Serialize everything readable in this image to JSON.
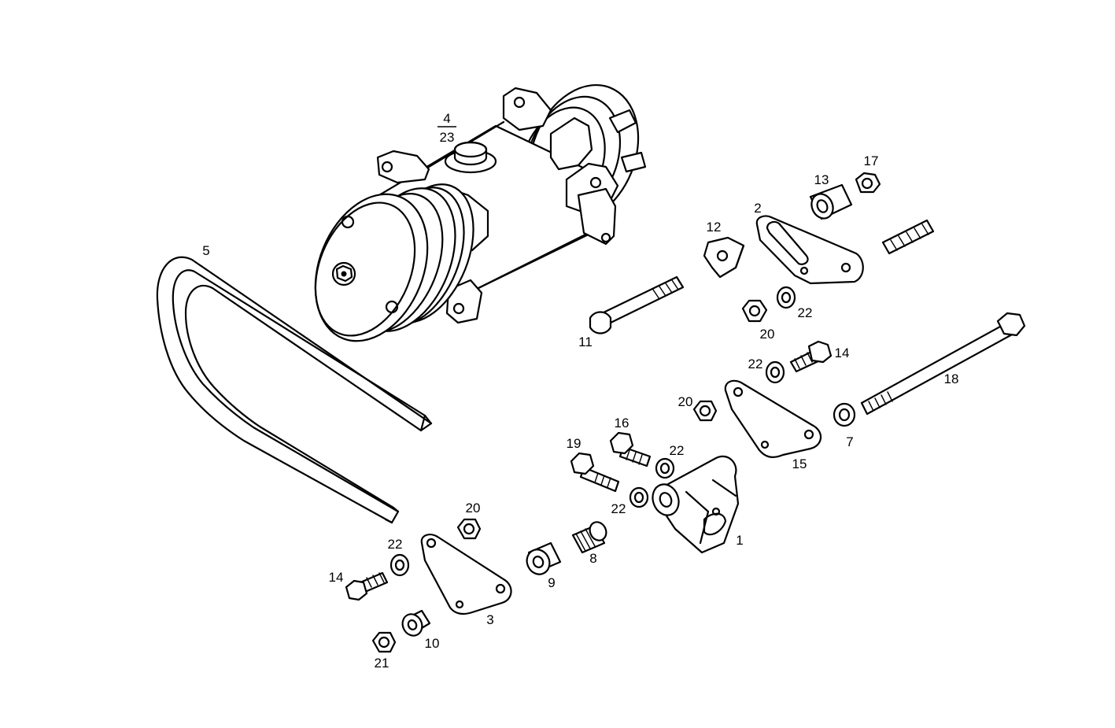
{
  "diagram": {
    "callouts": {
      "c1": "1",
      "c2": "2",
      "c3": "3",
      "c4": "4",
      "c5": "5",
      "c7": "7",
      "c8": "8",
      "c9": "9",
      "c10": "10",
      "c11": "11",
      "c12": "12",
      "c13": "13",
      "c14a": "14",
      "c14b": "14",
      "c15": "15",
      "c16": "16",
      "c17": "17",
      "c18": "18",
      "c19": "19",
      "c20a": "20",
      "c20b": "20",
      "c20c": "20",
      "c21": "21",
      "c22a": "22",
      "c22b": "22",
      "c22c": "22",
      "c22d": "22",
      "c22e": "22",
      "c23": "23"
    }
  }
}
